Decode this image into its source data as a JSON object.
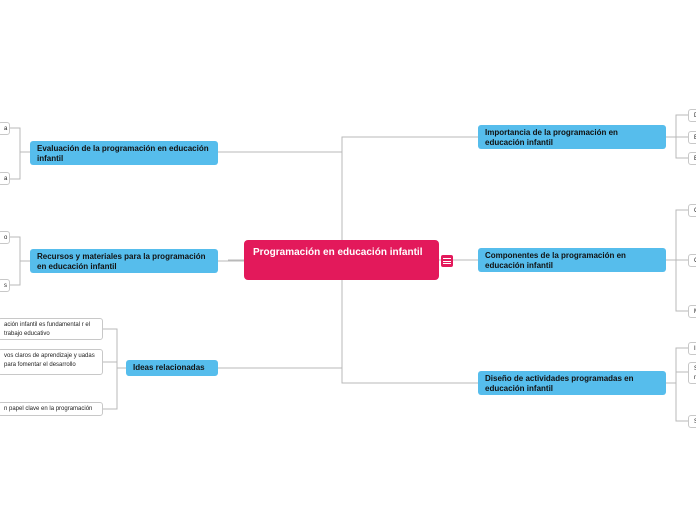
{
  "central": {
    "title": "Programación en educación infantil"
  },
  "left_topics": [
    {
      "label": "Evaluación de la programación en educación infantil"
    },
    {
      "label": "Recursos y materiales para la programación en educación infantil"
    },
    {
      "label": "Ideas relacionadas"
    }
  ],
  "right_topics": [
    {
      "label": "Importancia de la programación en educación infantil"
    },
    {
      "label": "Componentes de la programación en educación infantil"
    },
    {
      "label": "Diseño de actividades programadas en educación infantil"
    }
  ],
  "left_leaves": [
    {
      "label": "a"
    },
    {
      "label": "a"
    },
    {
      "label": "o"
    },
    {
      "label": "s"
    },
    {
      "label": "ación infantil es fundamental r el trabajo educativo"
    },
    {
      "label": "vos claros de aprendizaje y uadas para fomentar el desarrollo"
    },
    {
      "label": "n papel clave en la programación"
    }
  ],
  "right_leaves": [
    {
      "label": "D"
    },
    {
      "label": "B"
    },
    {
      "label": "B"
    },
    {
      "label": "O"
    },
    {
      "label": "C"
    },
    {
      "label": "M"
    },
    {
      "label": "I"
    },
    {
      "label": "S n"
    },
    {
      "label": "S"
    }
  ],
  "colors": {
    "central": "#e3195b",
    "topic": "#56bdec",
    "line": "#b9b9b9"
  },
  "icons": {
    "central_note": "notes-icon"
  }
}
